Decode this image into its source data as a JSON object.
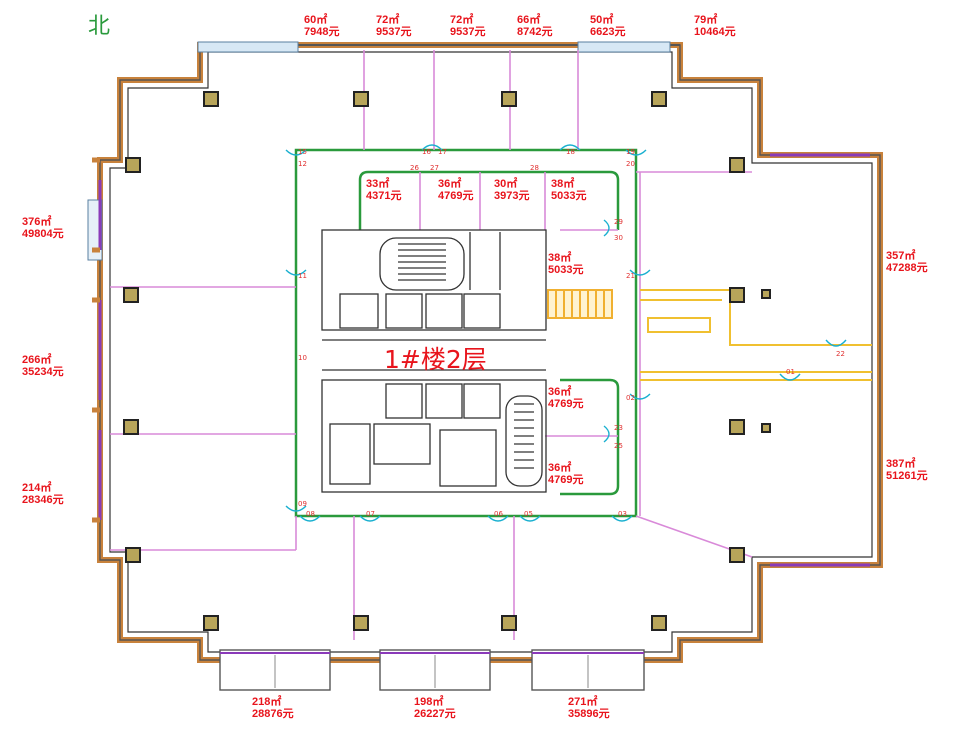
{
  "north_label": "北",
  "title": "1#楼2层",
  "units": [
    {
      "area": "60㎡",
      "price": "7948元"
    },
    {
      "area": "72㎡",
      "price": "9537元"
    },
    {
      "area": "72㎡",
      "price": "9537元"
    },
    {
      "area": "66㎡",
      "price": "8742元"
    },
    {
      "area": "50㎡",
      "price": "6623元"
    },
    {
      "area": "79㎡",
      "price": "10464元"
    },
    {
      "area": "376㎡",
      "price": "49804元"
    },
    {
      "area": "266㎡",
      "price": "35234元"
    },
    {
      "area": "214㎡",
      "price": "28346元"
    },
    {
      "area": "33㎡",
      "price": "4371元"
    },
    {
      "area": "36㎡",
      "price": "4769元"
    },
    {
      "area": "30㎡",
      "price": "3973元"
    },
    {
      "area": "38㎡",
      "price": "5033元"
    },
    {
      "area": "38㎡",
      "price": "5033元"
    },
    {
      "area": "36㎡",
      "price": "4769元"
    },
    {
      "area": "36㎡",
      "price": "4769元"
    },
    {
      "area": "357㎡",
      "price": "47288元"
    },
    {
      "area": "387㎡",
      "price": "51261元"
    },
    {
      "area": "218㎡",
      "price": "28876元"
    },
    {
      "area": "198㎡",
      "price": "26227元"
    },
    {
      "area": "271㎡",
      "price": "35896元"
    }
  ],
  "doors": [
    "15",
    "16",
    "17",
    "18",
    "19",
    "12",
    "20",
    "26",
    "27",
    "28",
    "29",
    "30",
    "11",
    "21",
    "10",
    "22",
    "01",
    "02",
    "23",
    "25",
    "09",
    "08",
    "07",
    "06",
    "05",
    "03"
  ],
  "colors": {
    "label": "#e8141c",
    "north": "#2a9a3c",
    "corridor": "#2a9a3c",
    "partition": "#d98ad9",
    "wall": "#333333",
    "outer": "#c8823c",
    "stair": "#f0b030"
  }
}
